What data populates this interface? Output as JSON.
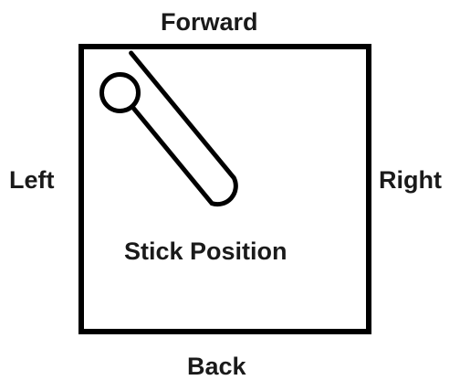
{
  "labels": {
    "forward": "Forward",
    "back": "Back",
    "left": "Left",
    "right": "Right",
    "center": "Stick Position"
  },
  "colors": {
    "stroke": "#000000",
    "background": "#ffffff",
    "text": "#1a1a1a"
  },
  "icons": {
    "stick": "joystick-stick-icon"
  }
}
